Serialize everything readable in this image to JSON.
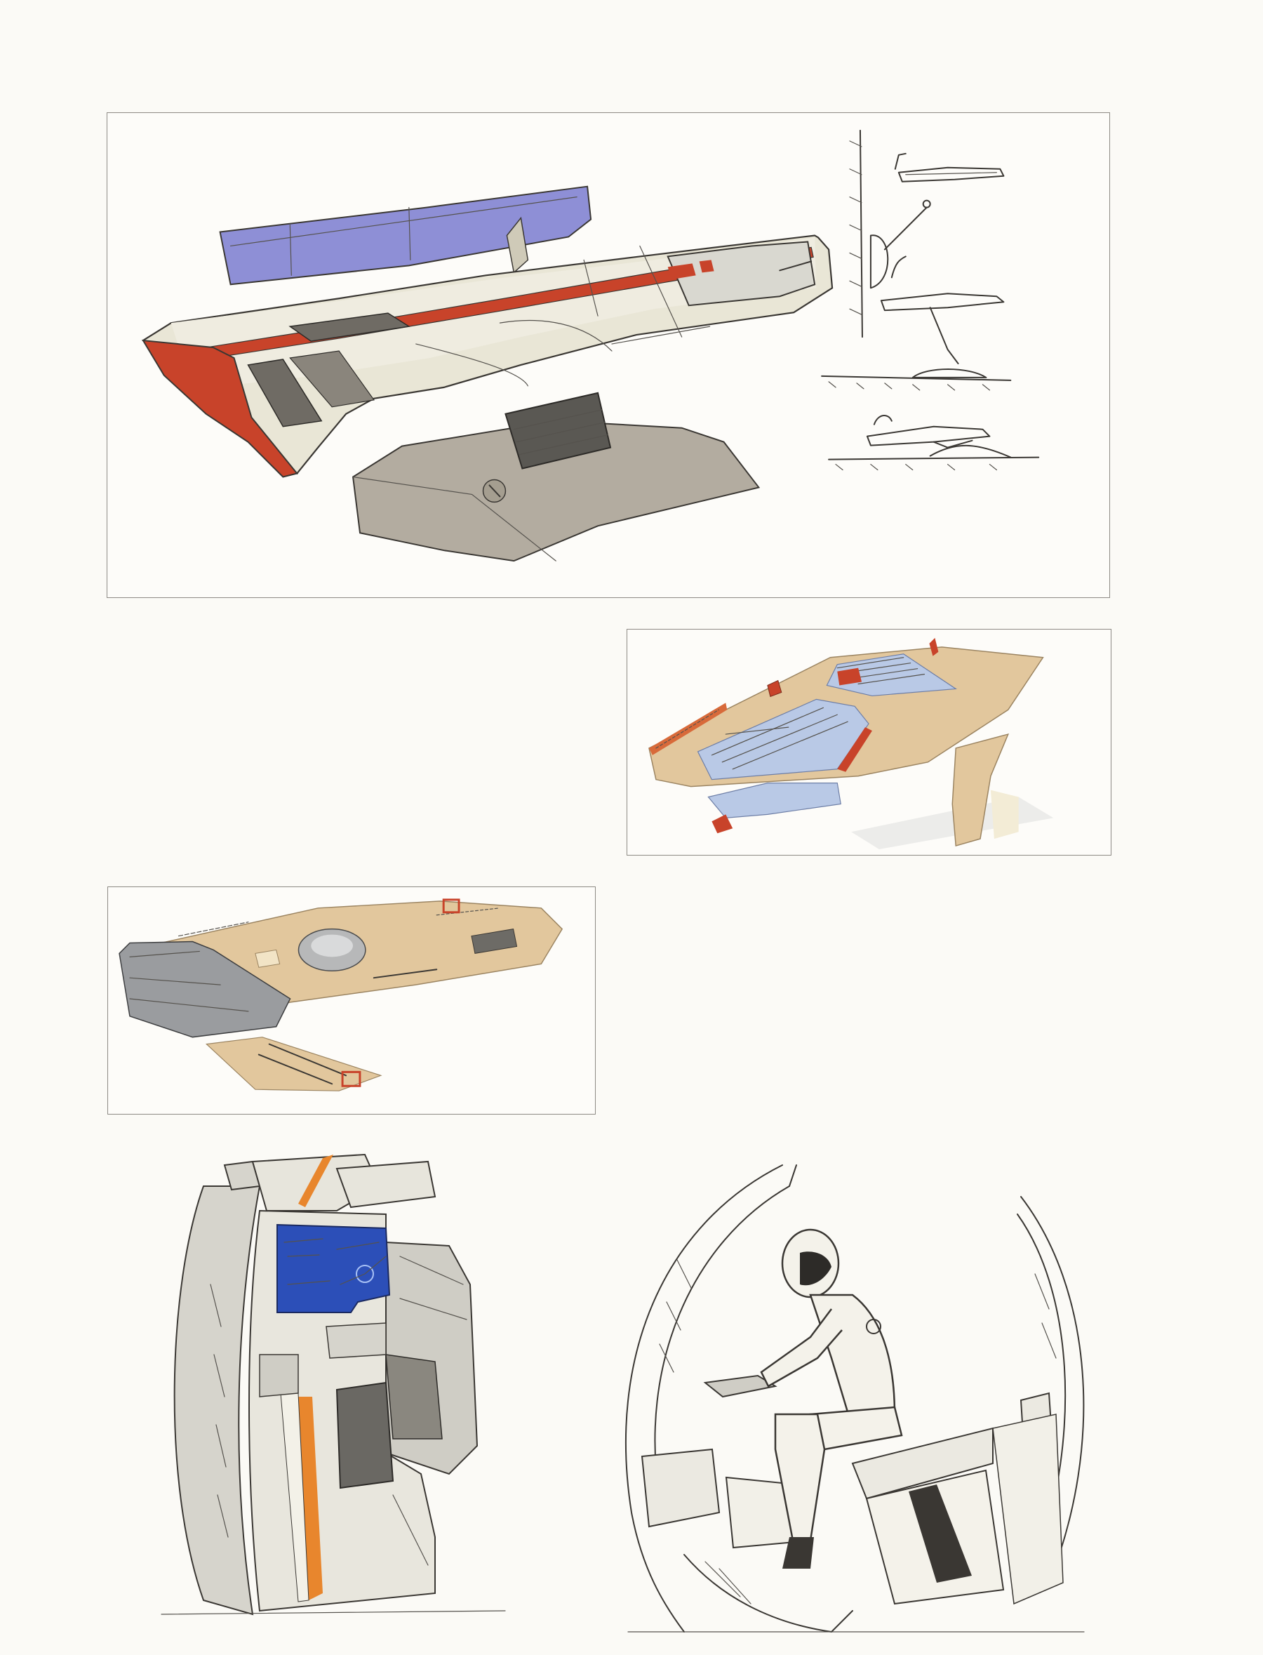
{
  "page": {
    "background": "#fbfaf6",
    "frame_border": "#8d8a84"
  },
  "palette": {
    "cream": "#e9e6d6",
    "red_stripe": "#c8432a",
    "violet_screen": "#8e8fd6",
    "tan": "#e2c79d",
    "orange": "#e8862d",
    "blue_screen": "#2c4fb8",
    "glass": "#b9c9e6"
  },
  "illustrations": [
    {
      "id": "console-table-render",
      "panel": true
    },
    {
      "id": "wall-mount-sketches",
      "panel": true
    },
    {
      "id": "tan-console-with-glass-panels",
      "panel": true
    },
    {
      "id": "tan-console-chrome-edge",
      "panel": true
    },
    {
      "id": "pod-station-with-blue-screen",
      "panel": false
    },
    {
      "id": "seated-figure-in-pod-sketch",
      "panel": false
    }
  ]
}
